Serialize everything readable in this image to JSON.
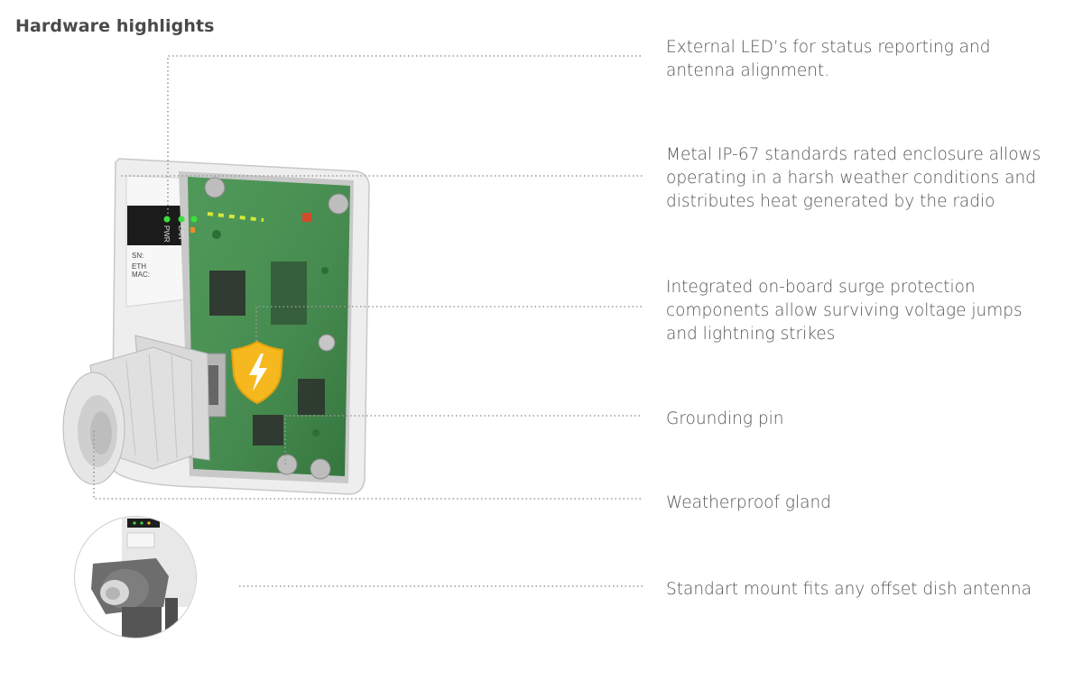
{
  "title": "Hardware highlights",
  "device_labels": {
    "pwr": "PWR",
    "lan": "LAN",
    "sn": "SN:",
    "eth": "ETH",
    "mac": "MAC:"
  },
  "features": [
    {
      "name": "leds",
      "text": "External LED’s for status reporting and\nantenna alignment."
    },
    {
      "name": "enclosure",
      "text": "Metal IP-67 standards rated enclosure allows\noperating in a harsh weather conditions and\ndistributes heat generated by the radio"
    },
    {
      "name": "surge",
      "text": "Integrated on-board surge protection\ncomponents allow surviving voltage jumps\nand lightning strikes"
    },
    {
      "name": "grounding",
      "text": "Grounding pin"
    },
    {
      "name": "gland",
      "text": "Weatherproof gland"
    },
    {
      "name": "mount",
      "text": "Standart mount fits any offset dish antenna"
    }
  ],
  "icons": {
    "surge": "lightning-shield-icon"
  },
  "colors": {
    "pcb": "#3f8f4a",
    "led": "#39e03a",
    "shield": "#f5b81e",
    "leader": "#9a9a9a"
  }
}
